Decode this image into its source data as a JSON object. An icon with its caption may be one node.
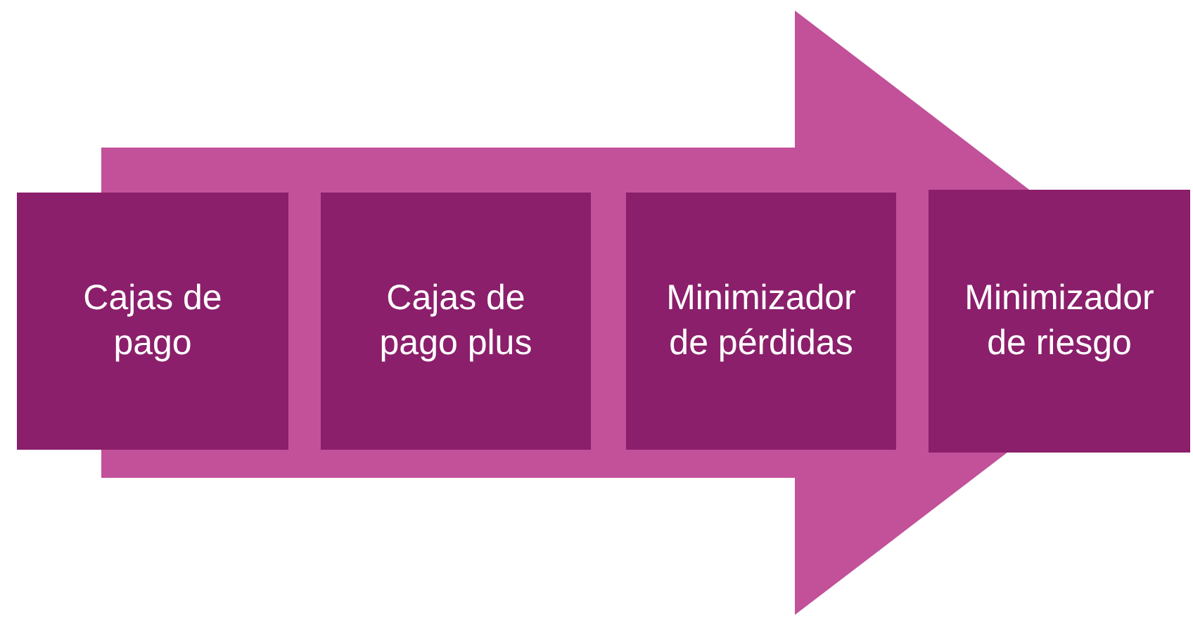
{
  "diagram": {
    "nodes": [
      {
        "text": [
          "Cajas de pago"
        ]
      },
      {
        "text": [
          "Cajas de pago plus"
        ]
      },
      {
        "text": [
          "Minimizador de pérdidas"
        ]
      },
      {
        "text": [
          "Minimizador de riesgo"
        ]
      }
    ],
    "edges": [
      {
        "from": 0,
        "to": 3,
        "arrow": "to",
        "style": "thick"
      }
    ]
  }
}
